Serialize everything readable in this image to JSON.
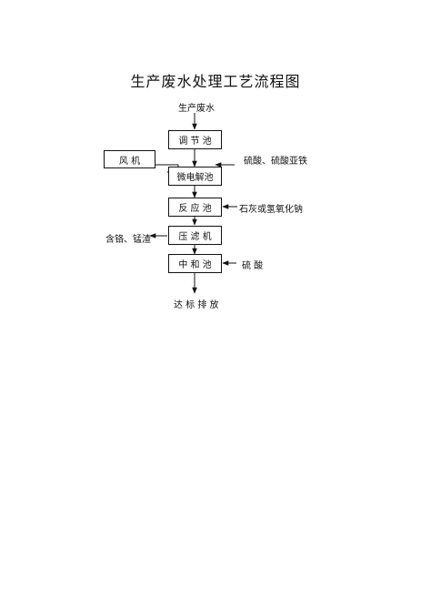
{
  "title": "生产废水处理工艺流程图",
  "flow": {
    "source": "生产废水",
    "steps": [
      "调 节 池",
      "微电解池",
      "反 应 池",
      "压 滤 机",
      "中 和 池"
    ],
    "output": "达 标 排 放"
  },
  "inputs": {
    "blower": "风  机",
    "acid_iron": "硫酸、硫酸亚铁",
    "lime_naoh": "石灰或氢氧化钠",
    "acid": "硫    酸"
  },
  "outputs": {
    "sludge": "含铬、锰渣"
  }
}
